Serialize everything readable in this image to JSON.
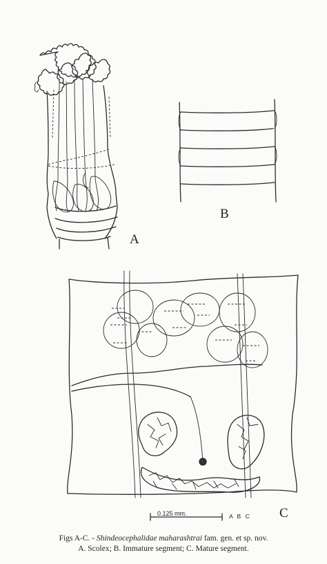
{
  "figure_labels": {
    "a": "A",
    "b": "B",
    "c": "C"
  },
  "scale_bar": {
    "text": "0.125 mm.",
    "applies_to": "A B C"
  },
  "caption": {
    "prefix": "Figs A-C. - ",
    "species": "Shindeocephalidae maharashtrai",
    "suffix": " fam. gen. et sp. nov.",
    "line2": "A. Scolex; B. Immature segment; C. Mature segment."
  }
}
